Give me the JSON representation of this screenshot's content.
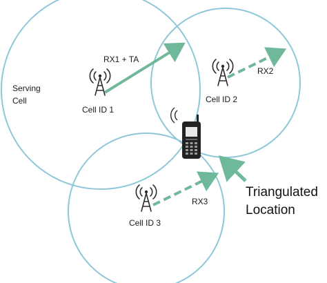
{
  "labels": {
    "serving_line1": "Serving",
    "serving_line2": "Cell",
    "rx1_ta": "RX1 + TA",
    "rx2": "RX2",
    "rx3": "RX3",
    "cell1": "Cell ID 1",
    "cell2": "Cell ID 2",
    "cell3": "Cell ID 3",
    "triangulated_line1": "Triangulated",
    "triangulated_line2": "Location"
  },
  "colors": {
    "circle_stroke": "#8ec8d8",
    "arrow_green": "#6fb89a",
    "tower": "#2b2b2b",
    "phone": "#222222",
    "text": "#1a1a1a"
  },
  "icons": {
    "tower": "cell-tower-icon",
    "phone": "mobile-phone-icon"
  }
}
